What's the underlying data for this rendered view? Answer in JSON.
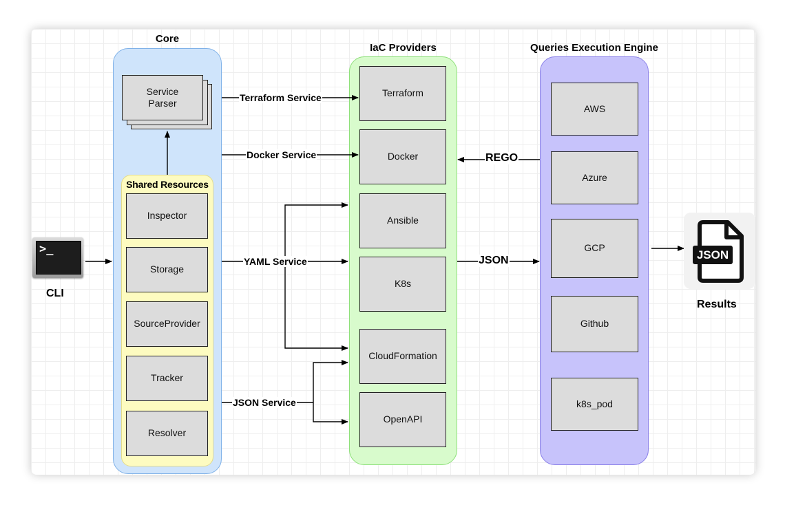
{
  "core": {
    "title": "Core",
    "service_parser": "Service\nParser",
    "shared_title": "Shared Resources",
    "shared_items": [
      "Inspector",
      "Storage",
      "SourceProvider",
      "Tracker",
      "Resolver"
    ]
  },
  "providers": {
    "title": "IaC Providers",
    "items": [
      "Terraform",
      "Docker",
      "Ansible",
      "K8s",
      "CloudFormation",
      "OpenAPI"
    ]
  },
  "engine": {
    "title": "Queries Execution Engine",
    "items": [
      "AWS",
      "Azure",
      "GCP",
      "Github",
      "k8s_pod"
    ]
  },
  "edges": {
    "terraform_service": "Terraform Service",
    "docker_service": "Docker Service",
    "yaml_service": "YAML Service",
    "json_service": "JSON Service",
    "json": "JSON",
    "rego": "REGO"
  },
  "cli": {
    "label": "CLI",
    "prompt": ">_"
  },
  "results": {
    "label": "Results",
    "badge": "JSON"
  },
  "colors": {
    "core_fill": "#cfe4fb",
    "core_stroke": "#7fb1e8",
    "shared_fill": "#fdfbc0",
    "shared_stroke": "#e4dc8a",
    "providers_fill": "#d8fbcc",
    "providers_stroke": "#8ee07a",
    "engine_fill": "#c7c3fb",
    "engine_stroke": "#8a80e8",
    "box_fill": "#dcdcdc"
  }
}
